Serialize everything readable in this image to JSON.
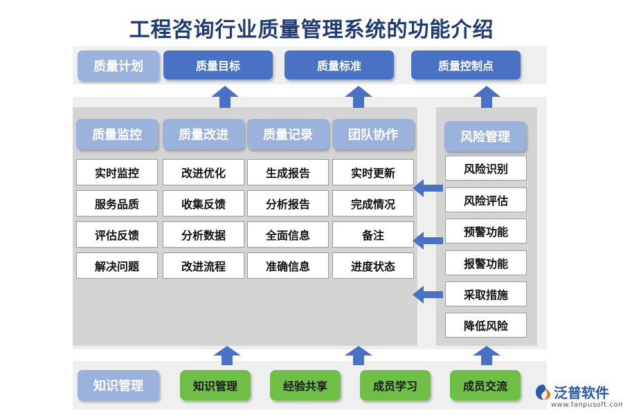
{
  "title": "工程咨询行业质量管理系统的功能介绍",
  "top_row": {
    "head": "质量计划",
    "items": [
      "质量目标",
      "质量标准",
      "质量控制点"
    ]
  },
  "middle": {
    "columns": [
      {
        "head": "质量监控",
        "items": [
          "实时监控",
          "服务品质",
          "评估反馈",
          "解决问题"
        ]
      },
      {
        "head": "质量改进",
        "items": [
          "改进优化",
          "收集反馈",
          "分析数据",
          "改进流程"
        ]
      },
      {
        "head": "质量记录",
        "items": [
          "生成报告",
          "分析报告",
          "全面信息",
          "准确信息"
        ]
      },
      {
        "head": "团队协作",
        "items": [
          "实时更新",
          "完成情况",
          "备注",
          "进度状态"
        ]
      }
    ]
  },
  "risk": {
    "head": "风险管理",
    "items": [
      "风险识别",
      "风险评估",
      "预警功能",
      "报警功能",
      "采取措施",
      "降低风险"
    ]
  },
  "bottom_row": {
    "head": "知识管理",
    "items": [
      "知识管理",
      "经验共享",
      "成员学习",
      "成员交流"
    ]
  },
  "logo": {
    "name": "泛普软件",
    "url": "www.fanpusoft.com"
  },
  "colors": {
    "title": "#1f3b73",
    "light_blue": "#9bb3dc",
    "dark_blue": "#4a72c4",
    "green": "#6fbe46",
    "arrow": "#4a72c4",
    "band": "#efefef",
    "panel": "#d4d4d4"
  }
}
